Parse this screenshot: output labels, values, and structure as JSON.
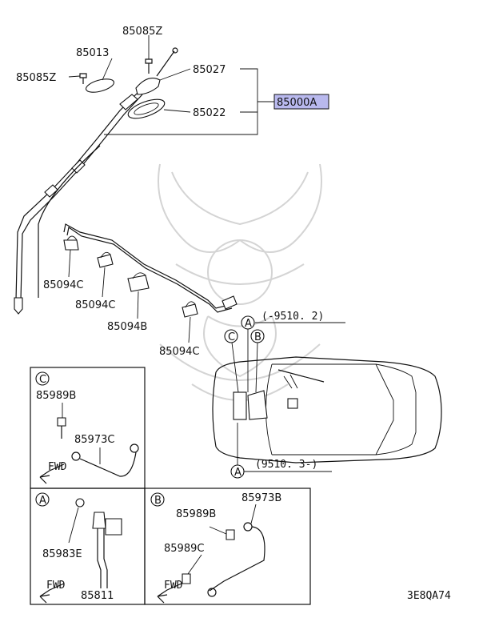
{
  "diagram_code": "3E8QA74",
  "group_label": "85000A",
  "colors": {
    "group_highlight": "#b9b9ee",
    "line": "#111111",
    "watermark": "#d4d4d4"
  },
  "callouts": {
    "p85085Z_top": "85085Z",
    "p85013": "85013",
    "p85085Z_left": "85085Z",
    "p85027": "85027",
    "p85022": "85022",
    "p85094C_1": "85094C",
    "p85094C_2": "85094C",
    "p85094B": "85094B",
    "p85094C_3": "85094C",
    "p85989B_c": "85989B",
    "p85973C": "85973C",
    "p85983E": "85983E",
    "p85811": "85811",
    "p85989B_b": "85989B",
    "p85973B": "85973B",
    "p85989C": "85989C"
  },
  "markers": {
    "a": "A",
    "b": "B",
    "c": "C"
  },
  "date_ranges": {
    "upper": "(-9510. 2)",
    "lower": "(9510. 3-)"
  },
  "fwd_label": "FWD"
}
